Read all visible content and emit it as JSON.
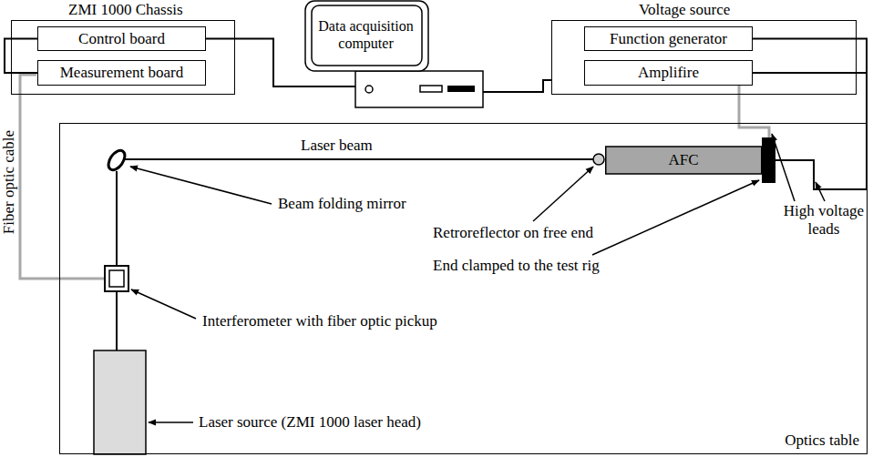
{
  "diagram": {
    "nodes": [
      {
        "text": [
          "ZMI 1000 Chassis"
        ]
      },
      {
        "text": [
          "Control board"
        ],
        "in": 0
      },
      {
        "text": [
          "Measurement board"
        ],
        "in": 0
      },
      {
        "text": [
          "Data acquisition computer"
        ]
      },
      {
        "text": [
          "Voltage source"
        ]
      },
      {
        "text": [
          "Function generator"
        ],
        "in": 4
      },
      {
        "text": [
          "Amplifire"
        ],
        "in": 4
      },
      {
        "text": [
          "Optics table"
        ]
      },
      {
        "text": [
          "AFC"
        ],
        "in": 7
      }
    ],
    "edges": [
      {
        "from": 1,
        "to": 3,
        "arrow": "none"
      },
      {
        "from": 2,
        "to": 1,
        "arrow": "none"
      },
      {
        "from": 3,
        "to": 4,
        "arrow": "none"
      },
      {
        "from": 5,
        "to": 8,
        "arrow": "none"
      },
      {
        "from": 6,
        "to": 8,
        "arrow": "none"
      },
      {
        "from": 6,
        "to": 8,
        "arrow": "none"
      }
    ],
    "labels": [
      "Fiber optic cable",
      "Laser beam",
      "Beam folding mirror",
      "Retroreflector on free end",
      "End clamped to the test rig",
      "Interferometer with fiber optic pickup",
      "Laser source (ZMI 1000 laser head)",
      "High voltage leads"
    ]
  }
}
